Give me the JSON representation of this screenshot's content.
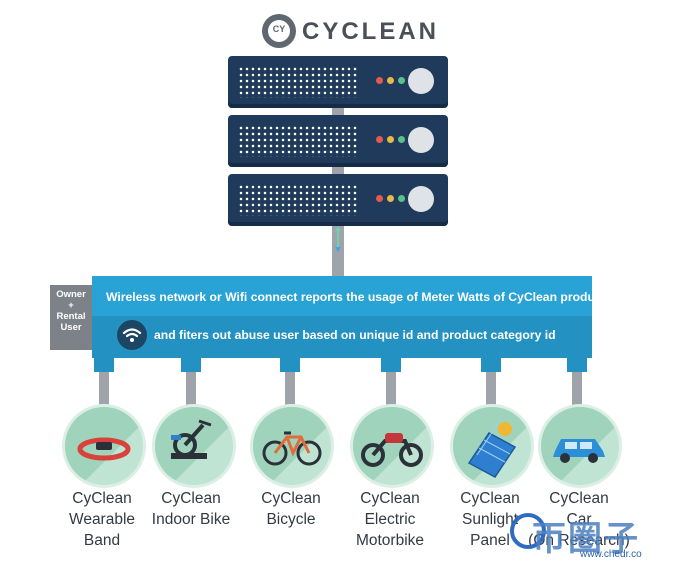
{
  "logo": {
    "mark": "CY",
    "name": "CYCLEAN"
  },
  "owner_badge": {
    "line1": "Owner",
    "line2": "+",
    "line3": "Rental",
    "line4": "User"
  },
  "banner": {
    "line1": "Wireless network or Wifi connect reports the usage of Meter Watts of CyClean products,",
    "line2": "and fiters out abuse user based on unique id and product category id"
  },
  "products": [
    {
      "lines": [
        "CyClean",
        "Wearable",
        "Band"
      ],
      "icon": "wristband-icon"
    },
    {
      "lines": [
        "CyClean",
        "Indoor Bike"
      ],
      "icon": "indoor-bike-icon"
    },
    {
      "lines": [
        "CyClean",
        "Bicycle"
      ],
      "icon": "bicycle-icon"
    },
    {
      "lines": [
        "CyClean",
        "Electric",
        "Motorbike"
      ],
      "icon": "motorbike-icon"
    },
    {
      "lines": [
        "CyClean",
        "Sunlight",
        "Panel"
      ],
      "icon": "solar-panel-icon"
    },
    {
      "lines": [
        "CyClean",
        "Car",
        "(On Research)"
      ],
      "icon": "car-icon"
    }
  ],
  "watermark": {
    "text": "帀圏子",
    "sub": "www.chedr.co"
  },
  "colors": {
    "banner": "#29a3d6",
    "server": "#1f3a5a",
    "circle": "#bfe4d3",
    "pipe": "#9ea4aa"
  }
}
